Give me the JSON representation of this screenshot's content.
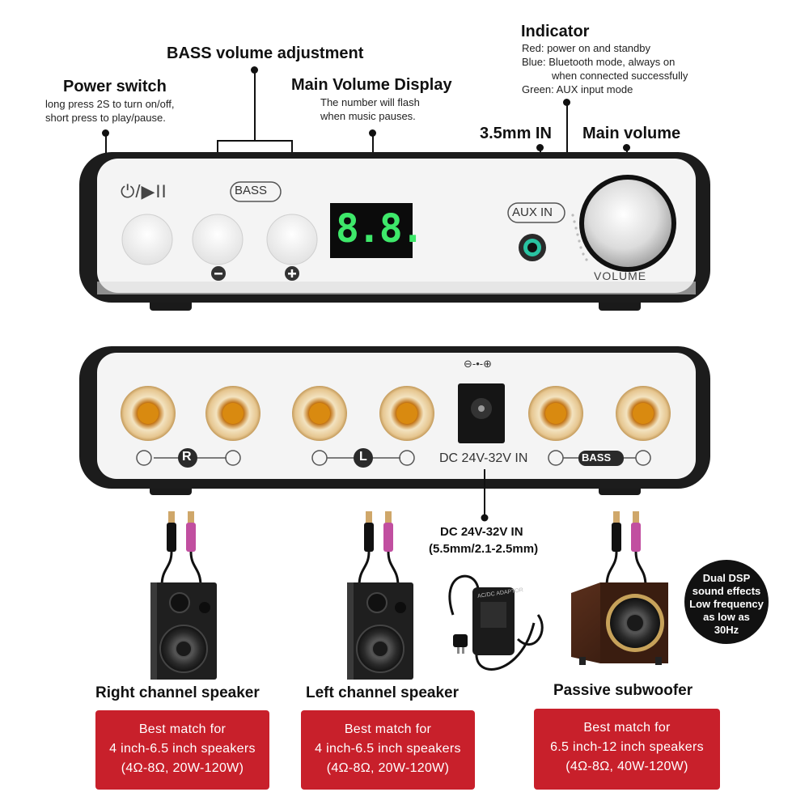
{
  "annotations": {
    "power_switch": {
      "title": "Power switch",
      "desc": [
        "long press 2S to turn on/off,",
        "short press to play/pause."
      ]
    },
    "bass_adjust": {
      "title": "BASS volume adjustment"
    },
    "main_display": {
      "title": "Main Volume Display",
      "desc": [
        "The number will flash",
        "when music pauses."
      ]
    },
    "indicator": {
      "title": "Indicator",
      "desc": [
        "Red: power on and standby",
        "Blue: Bluetooth mode, always on",
        "when connected successfully",
        "Green: AUX input mode"
      ]
    },
    "aux_in": {
      "title": "3.5mm IN"
    },
    "main_volume": {
      "title": "Main volume"
    },
    "dc_in": {
      "title": "DC 24V-32V IN",
      "desc": "(5.5mm/2.1-2.5mm)"
    }
  },
  "front_panel": {
    "power_symbol": "⏻/▶II",
    "bass_label": "BASS",
    "display_value": "8.8.",
    "minus": "−",
    "plus": "+",
    "aux_label": "AUX IN",
    "volume_label": "VOLUME"
  },
  "rear_panel": {
    "r_label": "R",
    "l_label": "L",
    "bass_label": "BASS",
    "dc_label": "DC 24V-32V IN",
    "minus": "−",
    "plus": "+",
    "polarity_symbol": "⊖-•-⊕"
  },
  "adapter": {
    "label": "AC/DC ADAPTOR"
  },
  "badge": {
    "lines": [
      "Dual DSP",
      "sound effects",
      "Low frequency",
      "as low as",
      "30Hz"
    ]
  },
  "speakers": [
    {
      "name": "Right channel speaker",
      "match": [
        "Best match for",
        "4 inch-6.5 inch speakers",
        "(4Ω-8Ω, 20W-120W)"
      ]
    },
    {
      "name": "Left channel speaker",
      "match": [
        "Best match for",
        "4 inch-6.5 inch speakers",
        "(4Ω-8Ω, 20W-120W)"
      ]
    },
    {
      "name": "Passive subwoofer",
      "match": [
        "Best match for",
        "6.5 inch-12 inch speakers",
        "(4Ω-8Ω, 40W-120W)"
      ]
    }
  ],
  "colors": {
    "accent_red": "#c8202b",
    "display_green": "#3ee86a",
    "panel_white": "#f4f4f4",
    "body_black": "#1a1a1a"
  }
}
